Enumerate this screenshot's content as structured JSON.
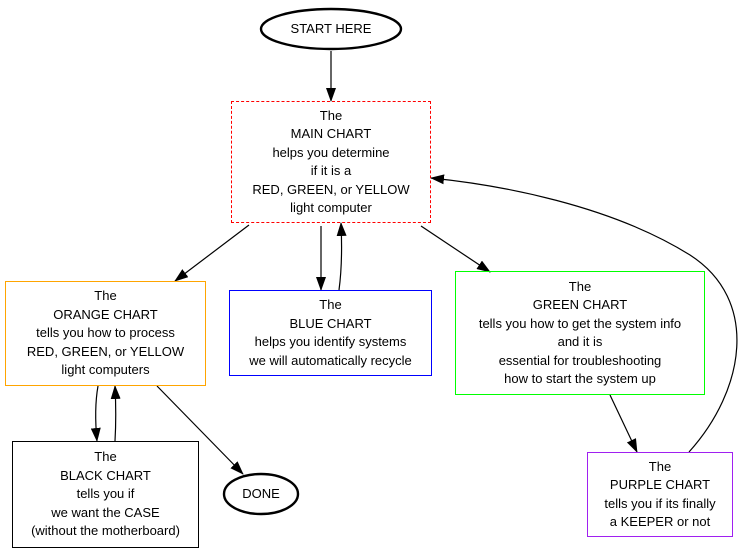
{
  "nodes": {
    "start": {
      "lines": [
        "START HERE"
      ],
      "shape": "ellipse",
      "color": "#000000"
    },
    "main": {
      "lines": [
        "The",
        "MAIN CHART",
        "helps you determine",
        "if it is a",
        "RED, GREEN, or YELLOW",
        "light computer"
      ],
      "shape": "box",
      "style": "dashed",
      "color": "#ff0000"
    },
    "orange": {
      "lines": [
        "The",
        "ORANGE CHART",
        "tells you how to process",
        "RED, GREEN, or YELLOW",
        "light computers"
      ],
      "shape": "box",
      "color": "#ffa500"
    },
    "blue": {
      "lines": [
        "The",
        "BLUE CHART",
        "helps you identify systems",
        "we will automatically recycle"
      ],
      "shape": "box",
      "color": "#0000ff"
    },
    "green": {
      "lines": [
        "The",
        "GREEN CHART",
        "tells you how to get the system info",
        "and it is",
        "essential for troubleshooting",
        "how to start the system up"
      ],
      "shape": "box",
      "color": "#00ff00"
    },
    "black": {
      "lines": [
        "The",
        "BLACK CHART",
        "tells you if",
        "we want the CASE",
        "(without the motherboard)"
      ],
      "shape": "box",
      "color": "#000000"
    },
    "done": {
      "lines": [
        "DONE"
      ],
      "shape": "ellipse",
      "color": "#000000"
    },
    "purple": {
      "lines": [
        "The",
        "PURPLE CHART",
        "tells you if its finally",
        "a KEEPER or not"
      ],
      "shape": "box",
      "color": "#a020f0"
    }
  },
  "edges": [
    {
      "from": "start",
      "to": "main"
    },
    {
      "from": "main",
      "to": "orange"
    },
    {
      "from": "main",
      "to": "blue"
    },
    {
      "from": "blue",
      "to": "main"
    },
    {
      "from": "main",
      "to": "green"
    },
    {
      "from": "orange",
      "to": "black"
    },
    {
      "from": "black",
      "to": "orange"
    },
    {
      "from": "orange",
      "to": "done"
    },
    {
      "from": "green",
      "to": "purple"
    },
    {
      "from": "purple",
      "to": "main"
    }
  ]
}
